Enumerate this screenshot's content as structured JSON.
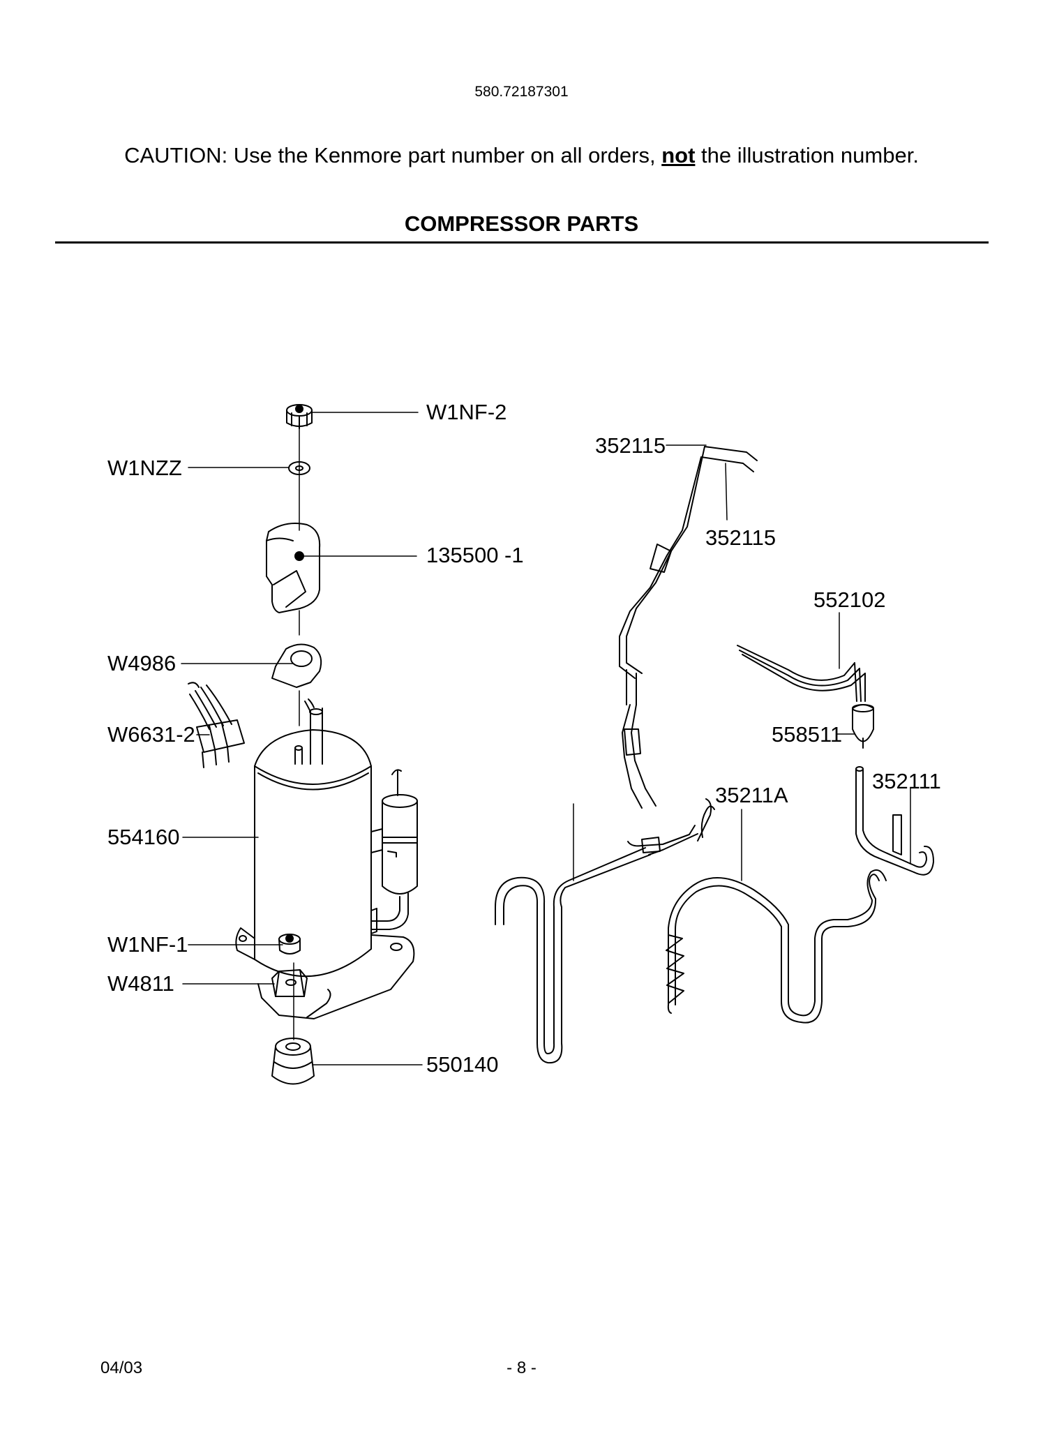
{
  "header": {
    "model_number": "580.72187301",
    "caution_prefix": "CAUTION: Use the Kenmore part number on all orders, ",
    "caution_emphasis": "not",
    "caution_suffix": " the illustration number.",
    "section_title": "COMPRESSOR PARTS"
  },
  "callouts": {
    "nut_top": "W1NF-2",
    "washer_top": "W1NZZ",
    "terminal_cover": "135500 -1",
    "gasket": "W4986",
    "wire_harness": "W6631-2",
    "compressor": "554160",
    "nut_bottom": "W1NF-1",
    "bracket": "W4811",
    "grommet": "550140",
    "tube_top_a": "352115",
    "tube_top_b": "352115",
    "capillary": "552102",
    "strainer": "558511",
    "tube_right": "352111",
    "discharge_tube": "35211A"
  },
  "footer": {
    "date": "04/03",
    "page": "- 8 -"
  }
}
